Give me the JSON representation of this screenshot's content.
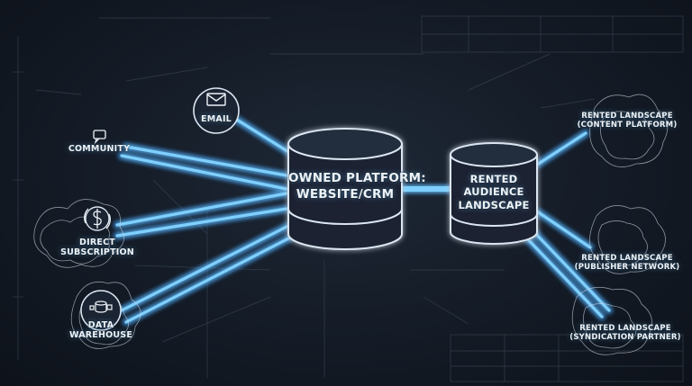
{
  "colors": {
    "background": "#141b26",
    "beam": "#3fa9ff",
    "beam_core": "#e6f6ff",
    "node_outline": "#dbe6f2"
  },
  "hub": {
    "owned_platform": {
      "line1": "OWNED PLATFORM:",
      "line2": "WEBSITE/CRM"
    },
    "rented_audience": {
      "line1": "RENTED",
      "line2": "AUDIENCE",
      "line3": "LANDSCAPE"
    }
  },
  "sources": {
    "email": {
      "label": "EMAIL",
      "icon": "envelope-icon"
    },
    "community": {
      "label": "COMMUNITY",
      "icon": "chat-bubble-icon"
    },
    "direct_subscription": {
      "line1": "DIRECT",
      "line2": "SUBSCRIPTION",
      "icon": "dollar-cycle-icon"
    },
    "data_warehouse": {
      "line1": "DATA",
      "line2": "WAREHOUSE",
      "icon": "database-stack-icon"
    }
  },
  "destinations": {
    "content_platform": {
      "line1": "RENTED LANDSCAPE",
      "line2": "(CONTENT PLATFORM)"
    },
    "publisher_network": {
      "line1": "RENTED LANDSCAPE",
      "line2": "(PUBLISHER NETWORK)"
    },
    "syndication_partner": {
      "line1": "RENTED LANDSCAPE",
      "line2": "(SYNDICATION PARTNER)"
    }
  }
}
